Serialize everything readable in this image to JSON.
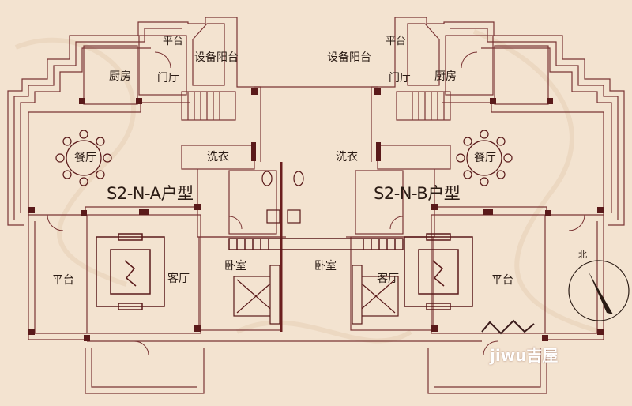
{
  "plan": {
    "unit_a": {
      "name": "S2-N-A户型",
      "rooms": {
        "platform_top": "平台",
        "equipment_balcony": "设备阳台",
        "kitchen": "厨房",
        "foyer": "门厅",
        "laundry": "洗衣",
        "dining": "餐厅",
        "bedroom": "卧室",
        "living": "客厅",
        "platform_side": "平台"
      }
    },
    "unit_b": {
      "name": "S2-N-B户型",
      "rooms": {
        "platform_top": "平台",
        "equipment_balcony": "设备阳台",
        "kitchen": "厨房",
        "foyer": "门厅",
        "laundry": "洗衣",
        "dining": "餐厅",
        "bedroom": "卧室",
        "living": "客厅",
        "platform_side": "平台"
      }
    },
    "north_label": "北",
    "watermark": "jiwu吉屋",
    "colors": {
      "background": "#f3e3d0",
      "wall": "#6b1e1e",
      "line": "#7a3434",
      "text": "#2a1b14"
    }
  }
}
